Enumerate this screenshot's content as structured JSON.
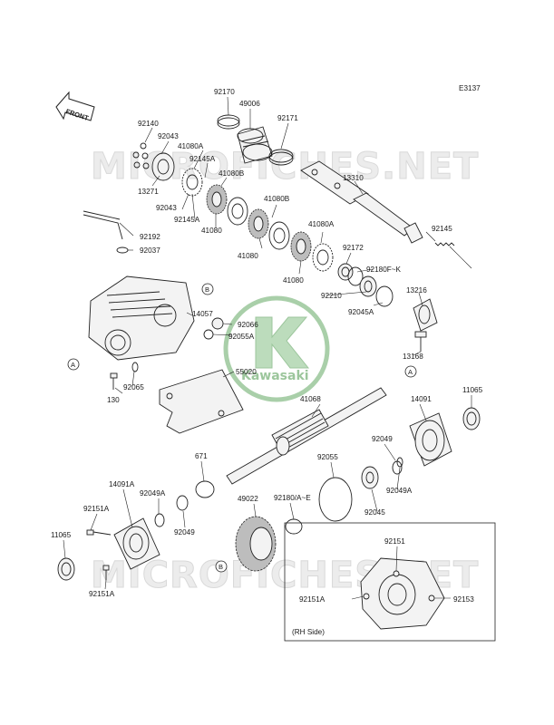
{
  "diagram_code": "E3137",
  "front_label": "FRONT",
  "rh_side_label": "(RH Side)",
  "watermark_text": "MICROFICHES.NET",
  "logo_text": "Kawasaki",
  "callout_a": "A",
  "callout_b": "B",
  "colors": {
    "ink": "#222222",
    "logo_green": "#3f8f4a",
    "watermark": "#d9d9d9"
  },
  "parts": {
    "p92170": "92170",
    "p49006": "49006",
    "p92171": "92171",
    "p92140": "92140",
    "p92043a": "92043",
    "p41080A_1": "41080A",
    "p92145A_1": "92145A",
    "p41080B_1": "41080B",
    "p13271": "13271",
    "p92043b": "92043",
    "p92145A_2": "92145A",
    "p41080_1": "41080",
    "p41080B_2": "41080B",
    "p41080_2": "41080",
    "p41080A_2": "41080A",
    "p41080_3": "41080",
    "p13310": "13310",
    "p92145": "92145",
    "p92192": "92192",
    "p92037": "92037",
    "p92172": "92172",
    "p92180FK": "92180F~K",
    "p92210": "92210",
    "p92045A": "92045A",
    "p13216": "13216",
    "p14057": "14057",
    "p92066": "92066",
    "p92055A": "92055A",
    "p13168": "13168",
    "p55020": "55020",
    "p130": "130",
    "p92065": "92065",
    "p41068": "41068",
    "p14091": "14091",
    "p11065_1": "11065",
    "p92049_1": "92049",
    "p92049A_1": "92049A",
    "p671": "671",
    "p92055": "92055",
    "p92045": "92045",
    "p14091A": "14091A",
    "p92049A_2": "92049A",
    "p92151A_1": "92151A",
    "p92049_2": "92049",
    "p49022": "49022",
    "p92180AE": "92180/A~E",
    "p11065_2": "11065",
    "p92151A_2": "92151A",
    "p92151": "92151",
    "p92151A_3": "92151A",
    "p92153": "92153"
  }
}
